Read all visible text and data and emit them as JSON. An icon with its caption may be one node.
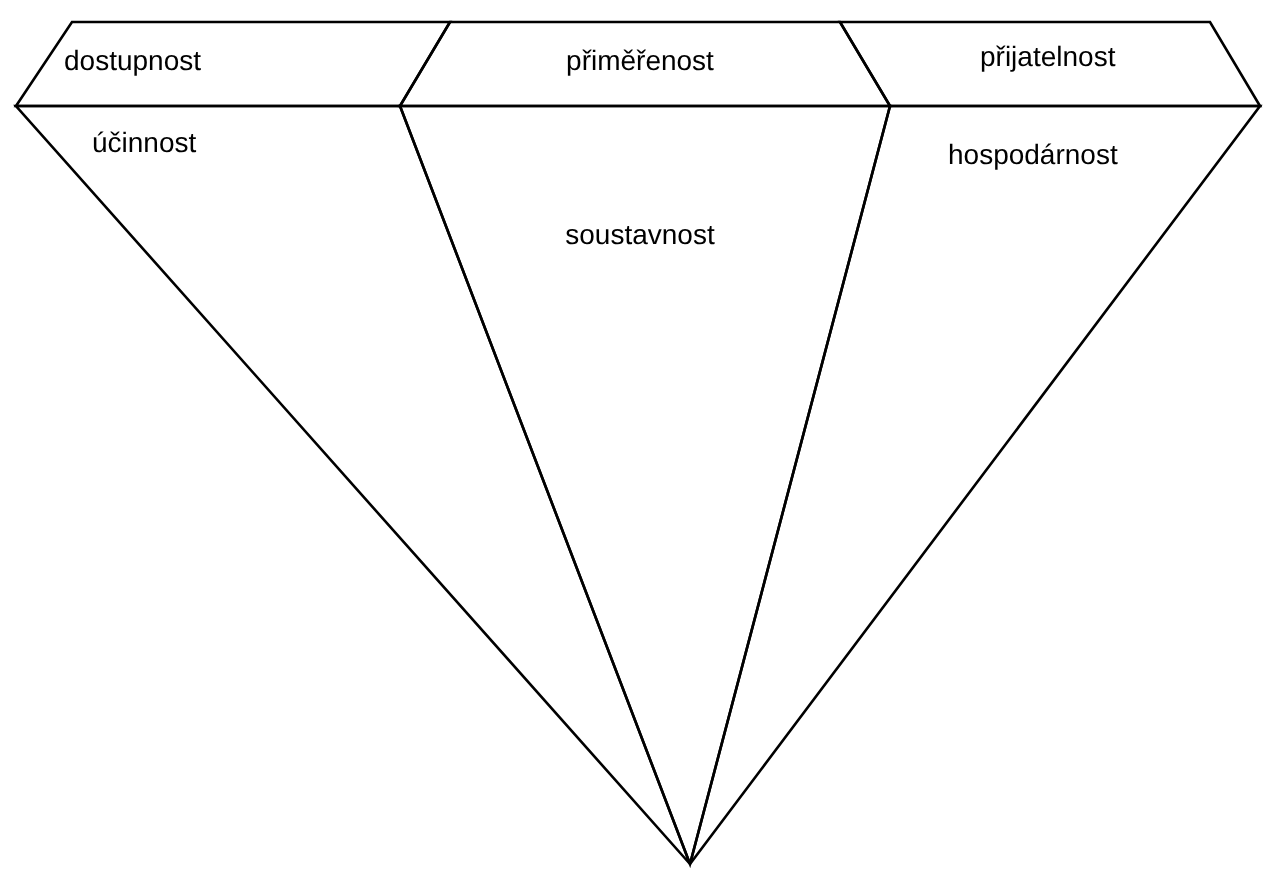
{
  "diagram": {
    "nodes": [
      {
        "text": [
          "dostupnost"
        ]
      },
      {
        "text": [
          "přiměřenost"
        ]
      },
      {
        "text": [
          "přijatelnost"
        ]
      },
      {
        "text": [
          "účinnost"
        ]
      },
      {
        "text": [
          "soustavnost"
        ]
      },
      {
        "text": [
          "hospodárnost"
        ]
      }
    ]
  }
}
